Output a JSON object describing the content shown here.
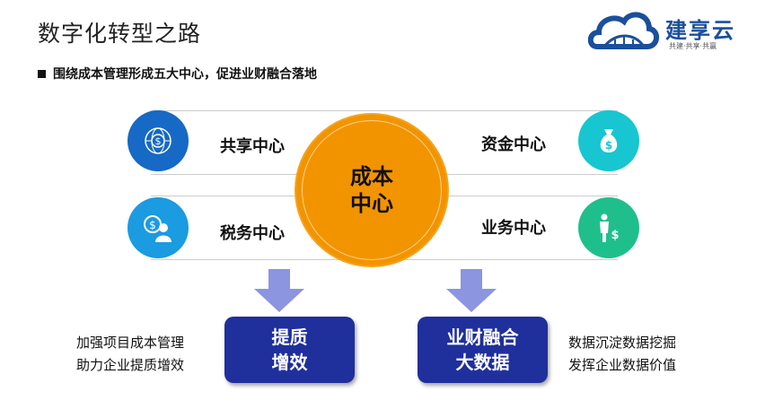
{
  "title": "数字化转型之路",
  "subtitle": "围绕成本管理形成五大中心，促进业财融合落地",
  "logo": {
    "name": "建享云",
    "tagline": "共建·共享·共赢"
  },
  "core": {
    "line1": "成本",
    "line2": "中心"
  },
  "centers": [
    {
      "label": "共享中心",
      "icon": "globe-dollar-icon",
      "color": "#1669c4"
    },
    {
      "label": "资金中心",
      "icon": "money-bag-icon",
      "color": "#17c6d0"
    },
    {
      "label": "税务中心",
      "icon": "dollar-person-icon",
      "color": "#1b9be0"
    },
    {
      "label": "业务中心",
      "icon": "businessman-dollar-icon",
      "color": "#1fbf8c"
    }
  ],
  "outcomes": [
    {
      "line1": "提质",
      "line2": "增效",
      "side": [
        "加强项目成本管理",
        "助力企业提质增效"
      ]
    },
    {
      "line1": "业财融合",
      "line2": "大数据",
      "side": [
        "数据沉淀数据挖掘",
        "发挥企业数据价值"
      ]
    }
  ]
}
